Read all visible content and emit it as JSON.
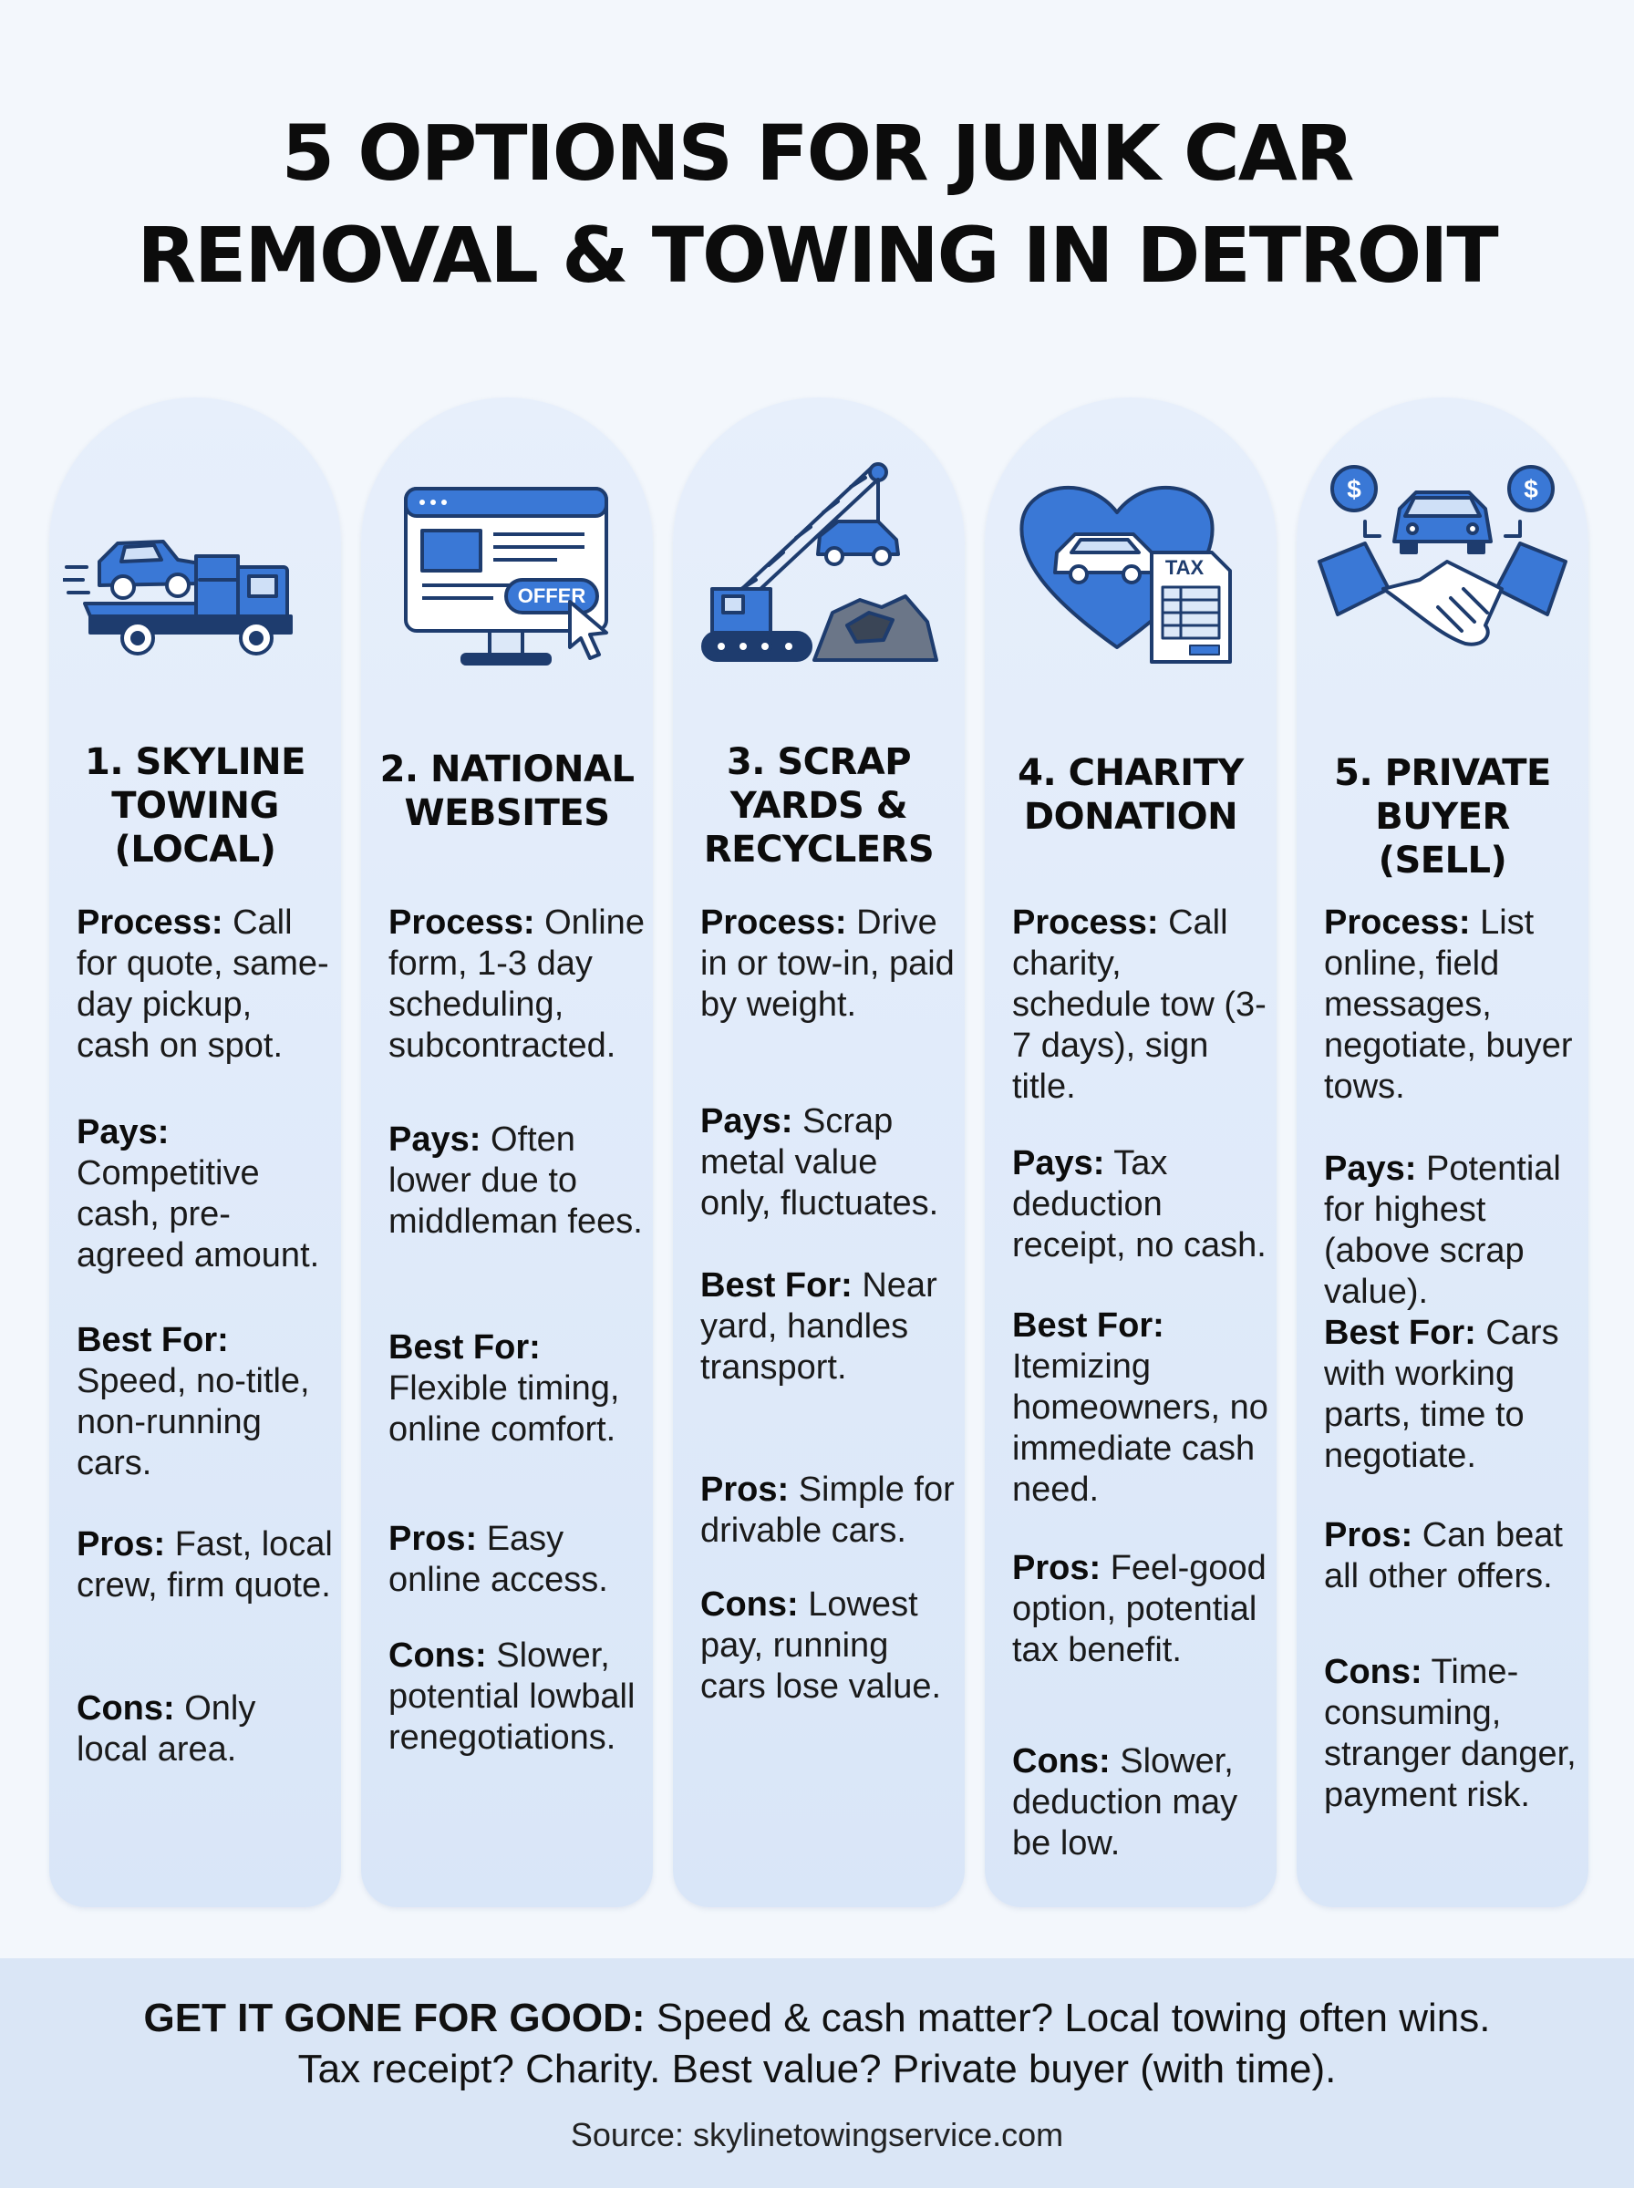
{
  "title": {
    "line1": "5 OPTIONS FOR JUNK CAR",
    "line2": "REMOVAL & TOWING IN DETROIT"
  },
  "options": [
    {
      "title_lines": [
        "1. SKYLINE",
        "TOWING",
        "(LOCAL)"
      ],
      "icon": "tow-truck-icon",
      "process_label": "Process:",
      "process": "Call for quote, same-day pickup, cash on spot.",
      "pays_label": "Pays:",
      "pays": "Competitive cash, pre-agreed amount.",
      "best_for_label": "Best For:",
      "best_for": "Speed, no-title, non-running cars.",
      "pros_label": "Pros:",
      "pros": "Fast, local crew, firm quote.",
      "cons_label": "Cons:",
      "cons": "Only local area."
    },
    {
      "title_lines": [
        "2. NATIONAL",
        "WEBSITES"
      ],
      "icon": "offer-website-icon",
      "offer_text": "OFFER",
      "process_label": "Process:",
      "process": "Online form, 1-3 day scheduling, subcontracted.",
      "pays_label": "Pays:",
      "pays": "Often lower due to middleman fees.",
      "best_for_label": "Best For:",
      "best_for": "Flexible timing, online comfort.",
      "pros_label": "Pros:",
      "pros": "Easy online access.",
      "cons_label": "Cons:",
      "cons": "Slower, potential lowball renegotiations."
    },
    {
      "title_lines": [
        "3. SCRAP",
        "YARDS &",
        "RECYCLERS"
      ],
      "icon": "crane-scrap-icon",
      "process_label": "Process:",
      "process": "Drive in or tow-in, paid by weight.",
      "pays_label": "Pays:",
      "pays": "Scrap metal value only, fluctuates.",
      "best_for_label": "Best For:",
      "best_for": "Near yard, handles transport.",
      "pros_label": "Pros:",
      "pros": "Simple for drivable cars.",
      "cons_label": "Cons:",
      "cons": "Lowest pay, running cars lose value."
    },
    {
      "title_lines": [
        "4. CHARITY",
        "DONATION"
      ],
      "icon": "heart-tax-icon",
      "tax_text": "TAX",
      "process_label": "Process:",
      "process": "Call charity, schedule tow (3-7 days), sign title.",
      "pays_label": "Pays:",
      "pays": "Tax deduction receipt, no cash.",
      "best_for_label": "Best For:",
      "best_for": "Itemizing homeowners, no immediate cash need.",
      "pros_label": "Pros:",
      "pros": "Feel-good option, potential tax benefit.",
      "cons_label": "Cons:",
      "cons": "Slower, deduction may be low."
    },
    {
      "title_lines": [
        "5. PRIVATE",
        "BUYER (SELL)"
      ],
      "icon": "handshake-icon",
      "dollar_text": "$",
      "process_label": "Process:",
      "process": "List online, field messages, negotiate, buyer tows.",
      "pays_label": "Pays:",
      "pays": "Potential for highest (above scrap value).",
      "best_for_label": "Best For:",
      "best_for": "Cars with working parts, time to negotiate.",
      "pros_label": "Pros:",
      "pros": "Can beat all other offers.",
      "cons_label": "Cons:",
      "cons": "Time-consuming, stranger danger, payment risk."
    }
  ],
  "footer": {
    "label": "GET IT GONE FOR GOOD:",
    "line1": "Speed & cash matter? Local towing often wins.",
    "line2": "Tax receipt? Charity. Best value? Private buyer (with time).",
    "source": "Source: skylinetowingservice.com"
  },
  "colors": {
    "accent": "#3a78d6",
    "accent_dark": "#1e3c6e",
    "column_bg": "#dce8f8",
    "footer_bg": "#dae6f6"
  }
}
